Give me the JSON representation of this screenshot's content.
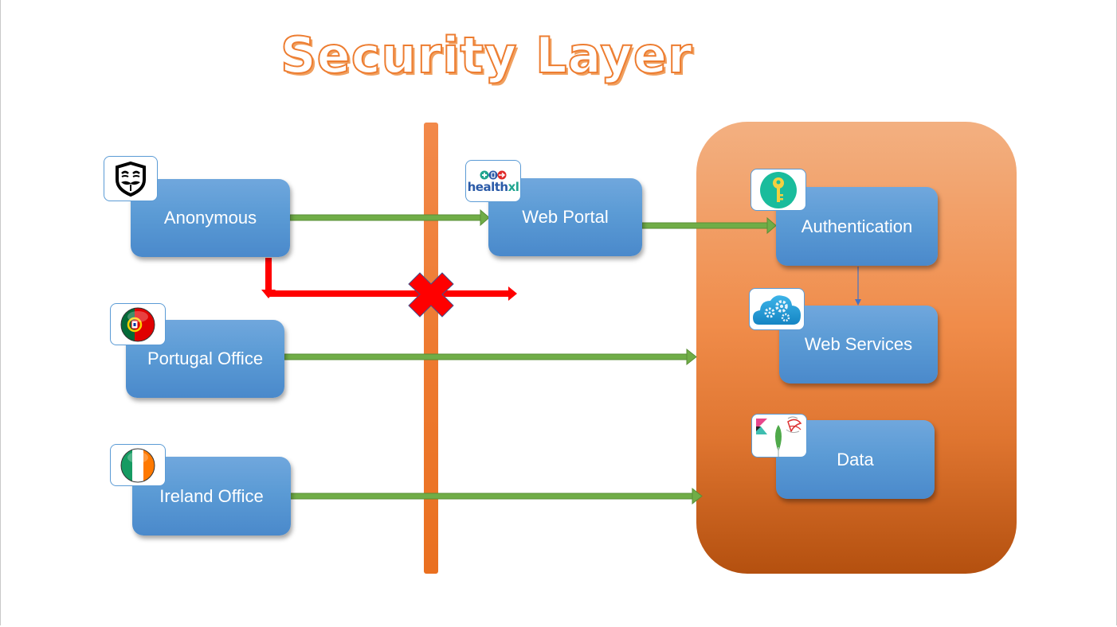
{
  "title": "Security Layer",
  "colors": {
    "accent_orange": "#ed7d31",
    "node_blue": "#5b9bd5",
    "allowed_arrow": "#70ad47",
    "blocked_arrow": "#ff0000"
  },
  "sources": [
    {
      "id": "anonymous",
      "label": "Anonymous",
      "icon": "anonymous-mask-icon"
    },
    {
      "id": "portugal",
      "label": "Portugal Office",
      "icon": "portugal-flag-icon"
    },
    {
      "id": "ireland",
      "label": "Ireland Office",
      "icon": "ireland-flag-icon"
    }
  ],
  "middle": {
    "id": "web-portal",
    "label": "Web Portal",
    "icon": "healthxl-logo-icon",
    "logo_text": "healthxl"
  },
  "backend": [
    {
      "id": "authentication",
      "label": "Authentication",
      "icon": "key-icon"
    },
    {
      "id": "web-services",
      "label": "Web Services",
      "icon": "cloud-gears-icon"
    },
    {
      "id": "data",
      "label": "Data",
      "icon": "database-logos-icon"
    }
  ],
  "connections": [
    {
      "from": "Anonymous",
      "to": "Web Portal",
      "status": "allowed"
    },
    {
      "from": "Anonymous",
      "to": "Backend",
      "status": "blocked"
    },
    {
      "from": "Web Portal",
      "to": "Authentication",
      "status": "allowed"
    },
    {
      "from": "Authentication",
      "to": "Web Services",
      "status": "allowed"
    },
    {
      "from": "Portugal Office",
      "to": "Backend",
      "status": "allowed"
    },
    {
      "from": "Ireland Office",
      "to": "Backend",
      "status": "allowed"
    }
  ]
}
